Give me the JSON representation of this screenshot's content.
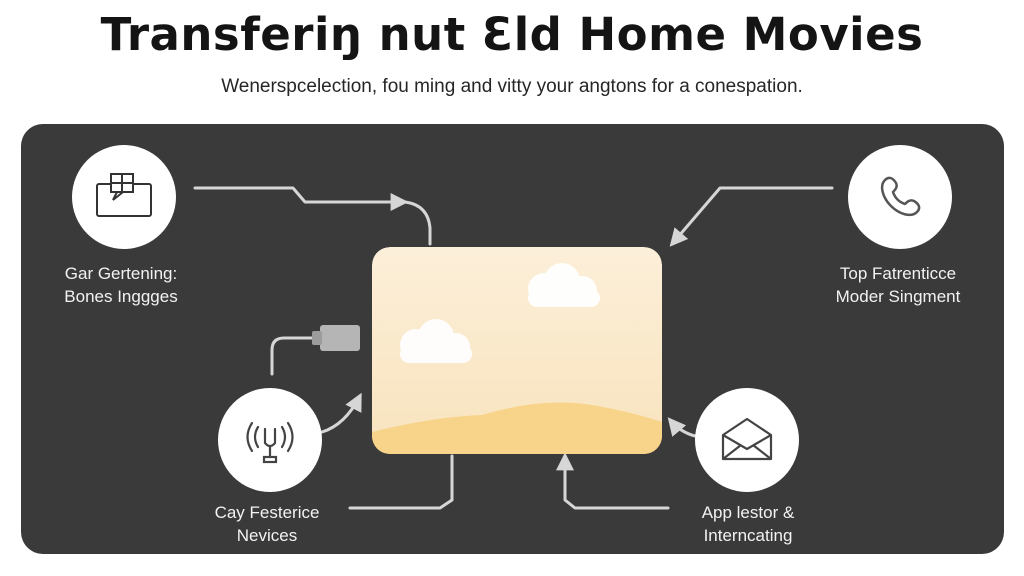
{
  "header": {
    "title": "Transferiŋ nut Ɛld Home Movies",
    "subtitle": "Wenerspcelection, fou ming and vitty your angtons for a conespation."
  },
  "nodes": {
    "top_left": {
      "icon": "monitor-chat-icon",
      "line1": "Gar Gertening:",
      "line2": "Bones Inggges"
    },
    "top_right": {
      "icon": "phone-icon",
      "line1": "Top Fatrenticce",
      "line2": "Moder Singment"
    },
    "bottom_left": {
      "icon": "microphone-icon",
      "line1": "Cay Festerice",
      "line2": "Nevices"
    },
    "bottom_right": {
      "icon": "envelope-icon",
      "line1": "App lestor &",
      "line2": "Interncating"
    }
  },
  "center": {
    "icon": "screen-with-clouds-icon"
  },
  "colors": {
    "panel": "#3a3a3a",
    "screen_top": "#fbe9cc",
    "screen_hill": "#f7d48a",
    "line": "#d6d6d6"
  }
}
